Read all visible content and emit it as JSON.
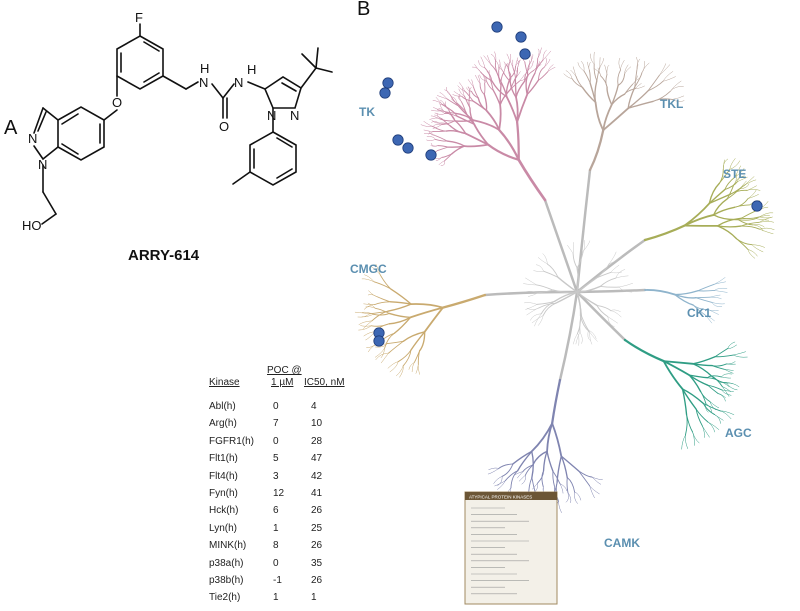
{
  "panels": {
    "a": "A",
    "b": "B"
  },
  "compound": {
    "name": "ARRY-614",
    "atoms": {
      "f": "F",
      "o": "O",
      "nh1": "H",
      "n1": "N",
      "n2": "N",
      "o2": "O",
      "ho": "HO",
      "n3": "N",
      "n4": "N",
      "nh2": "H",
      "n5": "N",
      "n6": "N"
    }
  },
  "table": {
    "headers": {
      "kinase": "Kinase",
      "poc_line1": "POC @",
      "poc_line2": "1 µM",
      "ic50": "IC50, nM"
    },
    "rows": [
      {
        "kinase": "Abl(h)",
        "poc": "0",
        "ic50": "4"
      },
      {
        "kinase": "Arg(h)",
        "poc": "7",
        "ic50": "10"
      },
      {
        "kinase": "FGFR1(h)",
        "poc": "0",
        "ic50": "28"
      },
      {
        "kinase": "Flt1(h)",
        "poc": "5",
        "ic50": "47"
      },
      {
        "kinase": "Flt4(h)",
        "poc": "3",
        "ic50": "42"
      },
      {
        "kinase": "Fyn(h)",
        "poc": "12",
        "ic50": "41"
      },
      {
        "kinase": "Hck(h)",
        "poc": "6",
        "ic50": "26"
      },
      {
        "kinase": "Lyn(h)",
        "poc": "1",
        "ic50": "25"
      },
      {
        "kinase": "MINK(h)",
        "poc": "8",
        "ic50": "26"
      },
      {
        "kinase": "p38a(h)",
        "poc": "0",
        "ic50": "35"
      },
      {
        "kinase": "p38b(h)",
        "poc": "-1",
        "ic50": "26"
      },
      {
        "kinase": "Tie2(h)",
        "poc": "1",
        "ic50": "1"
      }
    ]
  },
  "kinome": {
    "families": [
      {
        "name": "TK",
        "color": "#c98aa6"
      },
      {
        "name": "TKL",
        "color": "#b8a59a"
      },
      {
        "name": "STE",
        "color": "#a7ad58"
      },
      {
        "name": "CK1",
        "color": "#8fb4cc"
      },
      {
        "name": "AGC",
        "color": "#2f9d84"
      },
      {
        "name": "CAMK",
        "color": "#7f84b0"
      },
      {
        "name": "CMGC",
        "color": "#c9aa6f"
      }
    ],
    "hit_color": "#3d67b3",
    "legend_title": "ATYPICAL PROTEIN KINASES"
  }
}
